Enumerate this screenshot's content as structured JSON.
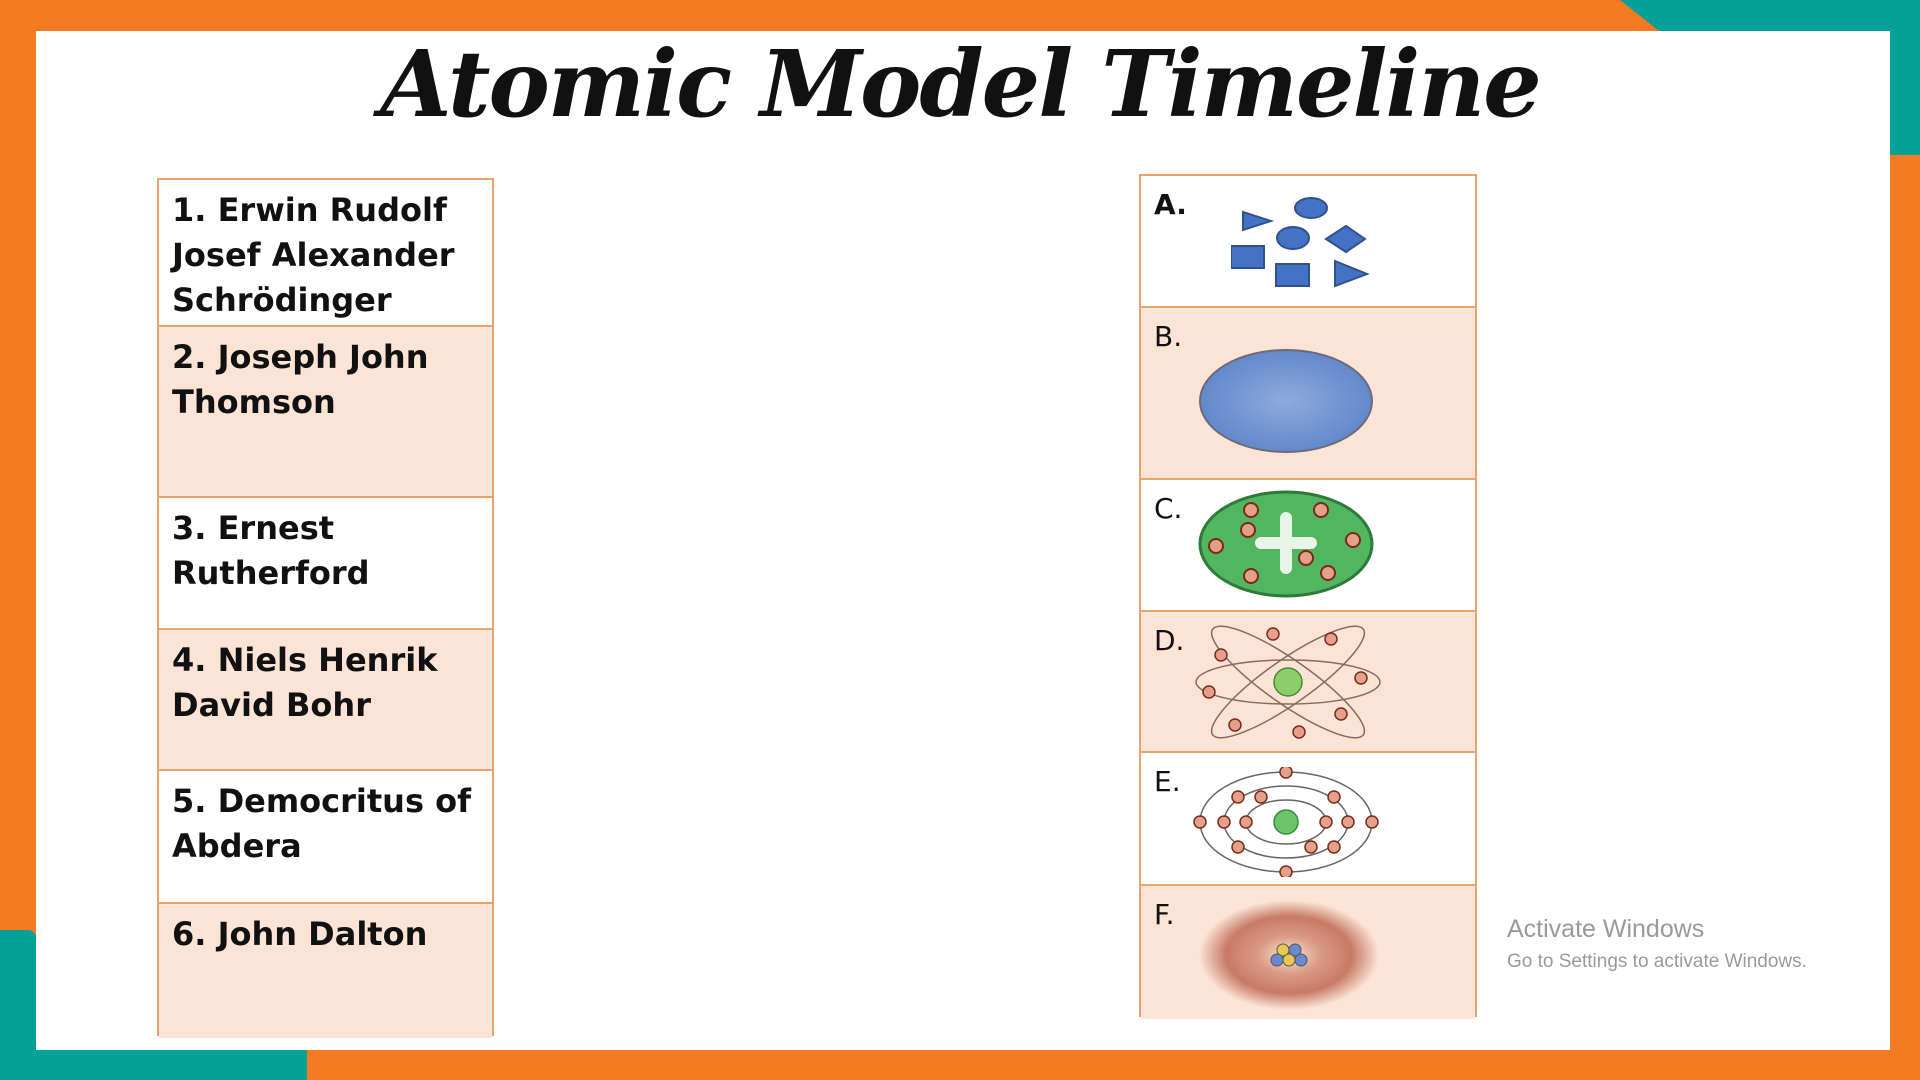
{
  "title": "Atomic Model Timeline",
  "scientists": [
    {
      "label": "1. Erwin Rudolf Josef Alexander Schrödinger"
    },
    {
      "label": "2. Joseph John Thomson"
    },
    {
      "label": "3. Ernest Rutherford"
    },
    {
      "label": "4. Niels Henrik David Bohr"
    },
    {
      "label": "5. Democritus of Abdera"
    },
    {
      "label": "6. John Dalton"
    }
  ],
  "models": [
    {
      "letter": "A.",
      "icon": "geometric-shapes-icon"
    },
    {
      "letter": "B.",
      "icon": "solid-sphere-icon"
    },
    {
      "letter": "C.",
      "icon": "plum-pudding-icon"
    },
    {
      "letter": "D.",
      "icon": "nuclear-orbits-icon"
    },
    {
      "letter": "E.",
      "icon": "bohr-shells-icon"
    },
    {
      "letter": "F.",
      "icon": "electron-cloud-icon"
    }
  ],
  "watermark": {
    "line1": "Activate Windows",
    "line2": "Go to Settings to activate Windows."
  },
  "colors": {
    "orange": "#f47a24",
    "teal": "#05a096",
    "peach": "#fbe4d5",
    "border": "#e8a46c",
    "shape_blue": "#4472c4"
  }
}
